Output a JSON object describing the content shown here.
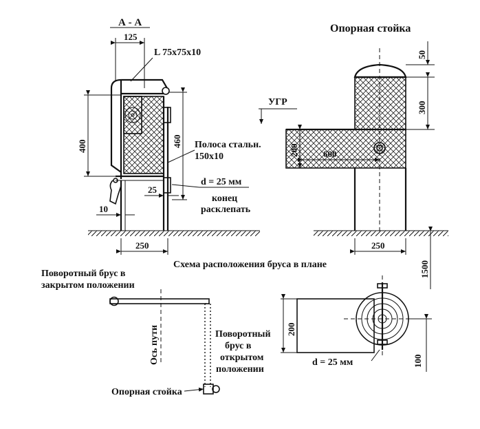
{
  "section_left": {
    "title": "А - А",
    "dim_125": "125",
    "angle_label": "L 75х75х10",
    "dim_400": "400",
    "dim_460": "460",
    "strip_label_1": "Полоса стальн.",
    "strip_label_2": "150х10",
    "bolt_label": "d = 25 мм",
    "end_label_1": "конец",
    "end_label_2": "расклепать",
    "dim_25": "25",
    "dim_10": "10",
    "dim_250": "250"
  },
  "section_right": {
    "title": "Опорная стойка",
    "dim_50": "50",
    "dim_300": "300",
    "ugr": "УГР",
    "dim_200": "200",
    "dim_600": "600",
    "dim_250": "250",
    "dim_1500": "1500"
  },
  "plan": {
    "title": "Схема расположения бруса в плане",
    "closed_1": "Поворотный брус в",
    "closed_2": "закрытом положении",
    "axis": "Ось пути",
    "open_1": "Поворотный",
    "open_2": "брус в",
    "open_3": "открытом",
    "open_4": "положении",
    "post": "Опорная стойка"
  },
  "beam_plan": {
    "dim_200": "200",
    "bolt": "d = 25 мм",
    "dim_100": "100"
  }
}
